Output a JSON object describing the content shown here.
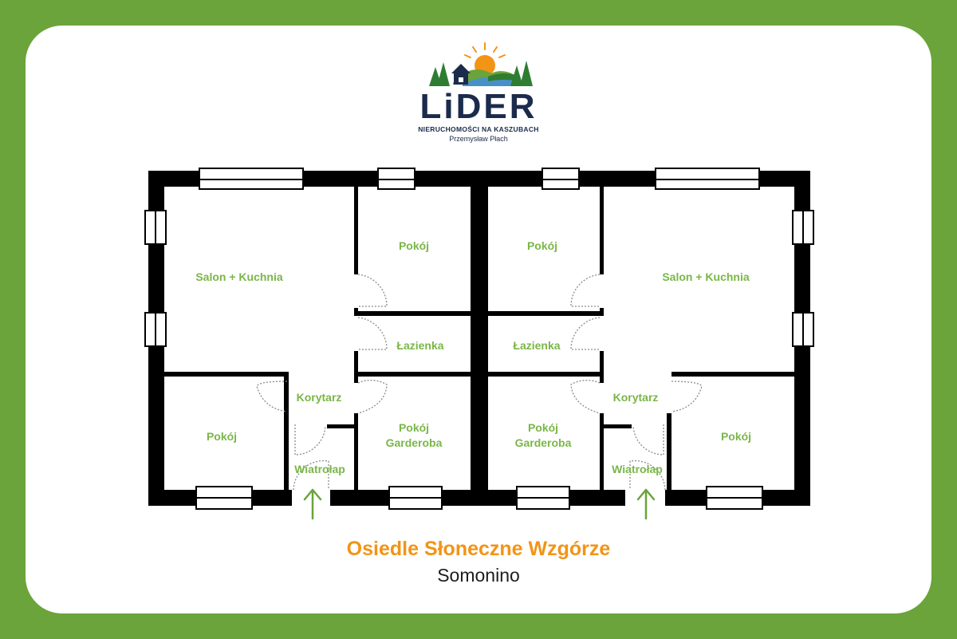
{
  "colors": {
    "frame": "#6aa43a",
    "card": "#ffffff",
    "wall": "#000000",
    "room_label": "#7ab648",
    "title": "#f29416",
    "subtitle": "#1d1d1b",
    "logo_navy": "#1b2b4b",
    "logo_green": "#2e7d32",
    "logo_orange": "#f29416",
    "logo_blue": "#4a90c8"
  },
  "logo": {
    "wordmark": "LiDER",
    "tagline": "NIERUCHOMOŚCI NA KASZUBACH",
    "owner": "Przemysław Płach",
    "icons": [
      "sun-icon",
      "tree-icon",
      "house-icon",
      "hills-icon"
    ]
  },
  "plan": {
    "rooms_left": {
      "salon": "Salon + Kuchnia",
      "pokoj_top": "Pokój",
      "lazienka": "Łazienka",
      "korytarz": "Korytarz",
      "pokoj_bottom": "Pokój",
      "wiatrolap": "Wiatrołap",
      "garderoba_line1": "Pokój",
      "garderoba_line2": "Garderoba"
    },
    "rooms_right": {
      "salon": "Salon + Kuchnia",
      "pokoj_top": "Pokój",
      "lazienka": "Łazienka",
      "korytarz": "Korytarz",
      "pokoj_bottom": "Pokój",
      "wiatrolap": "Wiatrołap",
      "garderoba_line1": "Pokój",
      "garderoba_line2": "Garderoba"
    },
    "entrance_icon": "entrance-arrow-icon"
  },
  "footer": {
    "title": "Osiedle Słoneczne Wzgórze",
    "subtitle": "Somonino"
  }
}
